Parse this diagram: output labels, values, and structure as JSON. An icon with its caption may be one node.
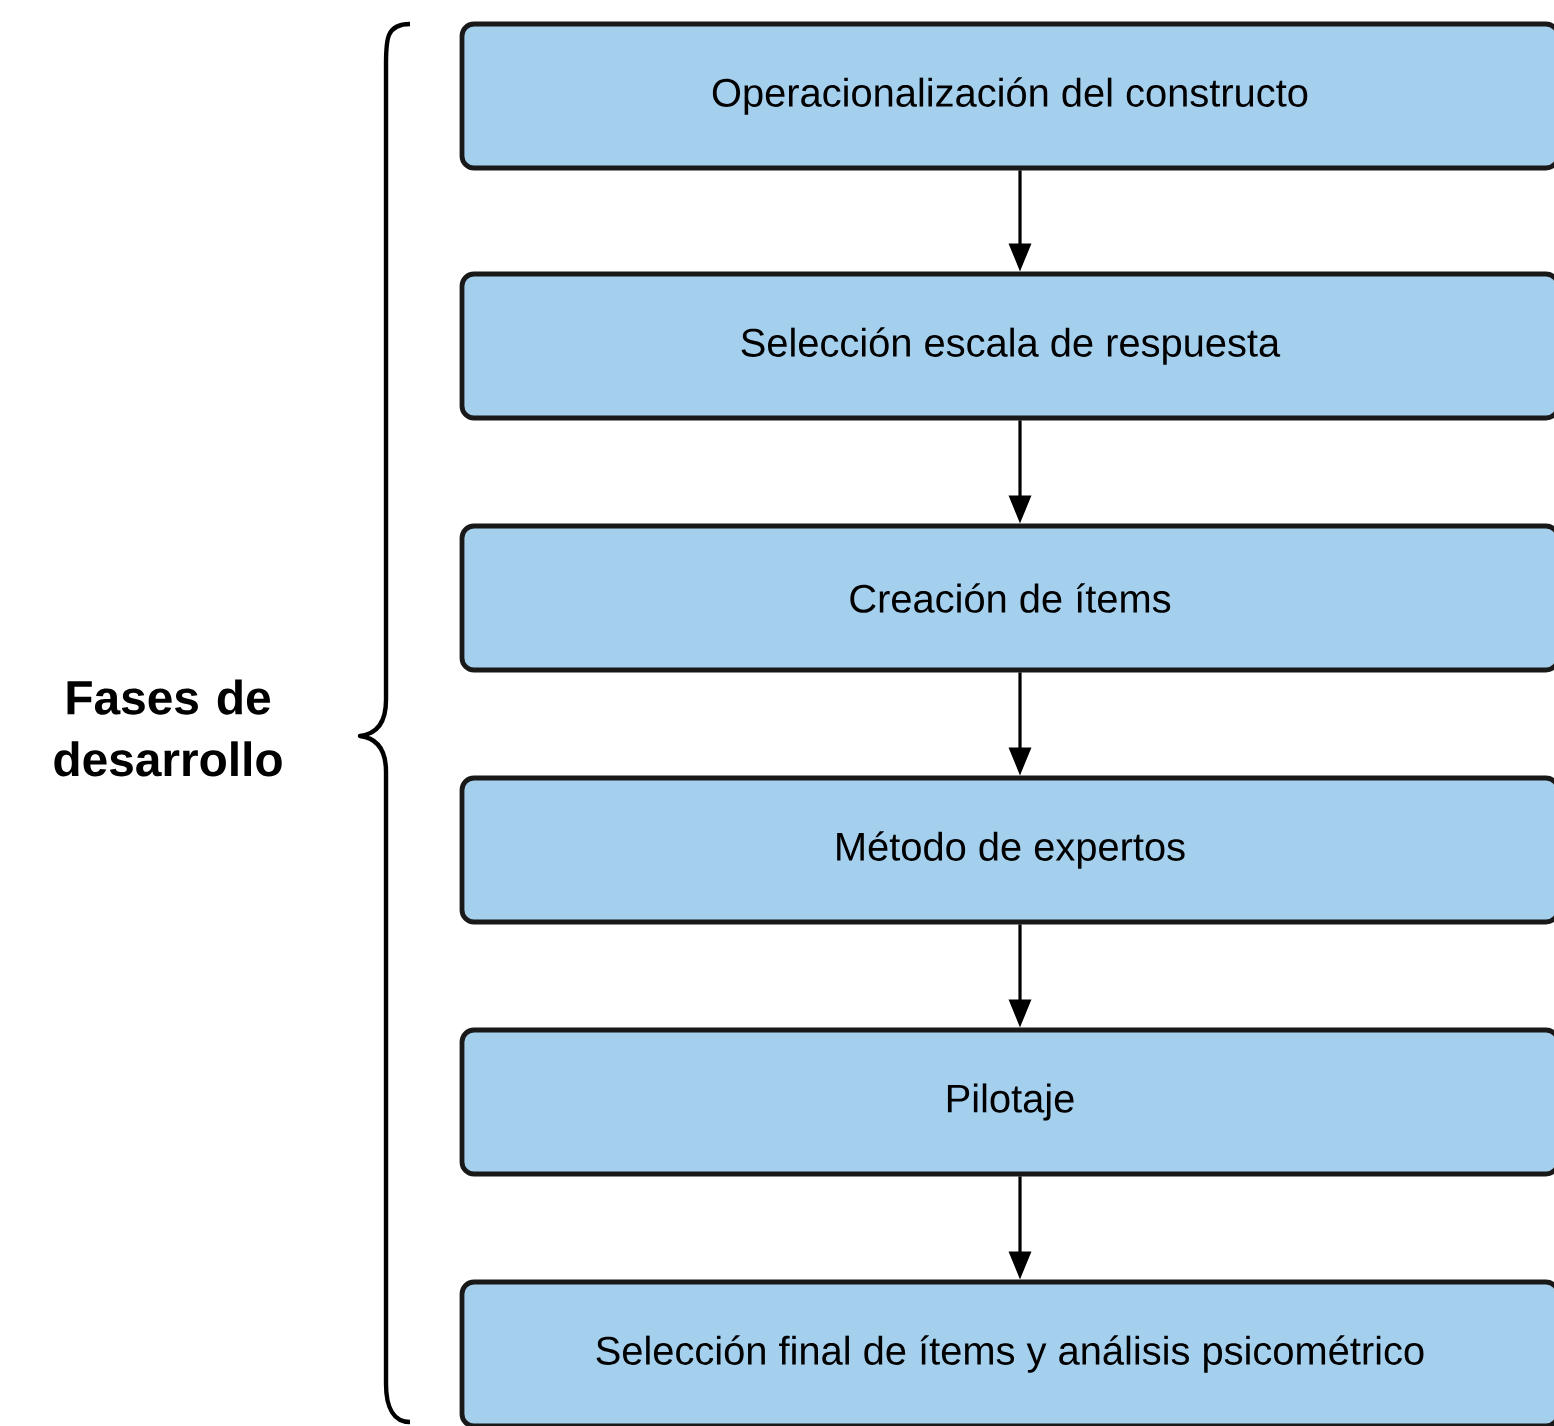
{
  "diagram": {
    "nodes": [
      {
        "text": [
          "Operacionalización del constructo"
        ]
      },
      {
        "text": [
          "Selección escala de respuesta"
        ]
      },
      {
        "text": [
          "Creación de ítems"
        ]
      },
      {
        "text": [
          "Método de expertos"
        ]
      },
      {
        "text": [
          "Pilotaje"
        ]
      },
      {
        "text": [
          "Selección final de ítems y análisis psicométrico"
        ]
      }
    ],
    "edges": [
      {
        "from": 0,
        "to": 1,
        "arrow": "to"
      },
      {
        "from": 1,
        "to": 2,
        "arrow": "to"
      },
      {
        "from": 2,
        "to": 3,
        "arrow": "to"
      },
      {
        "from": 3,
        "to": 4,
        "arrow": "to"
      },
      {
        "from": 4,
        "to": 5,
        "arrow": "to"
      }
    ],
    "labels": [
      "Fases de desarrollo"
    ]
  }
}
